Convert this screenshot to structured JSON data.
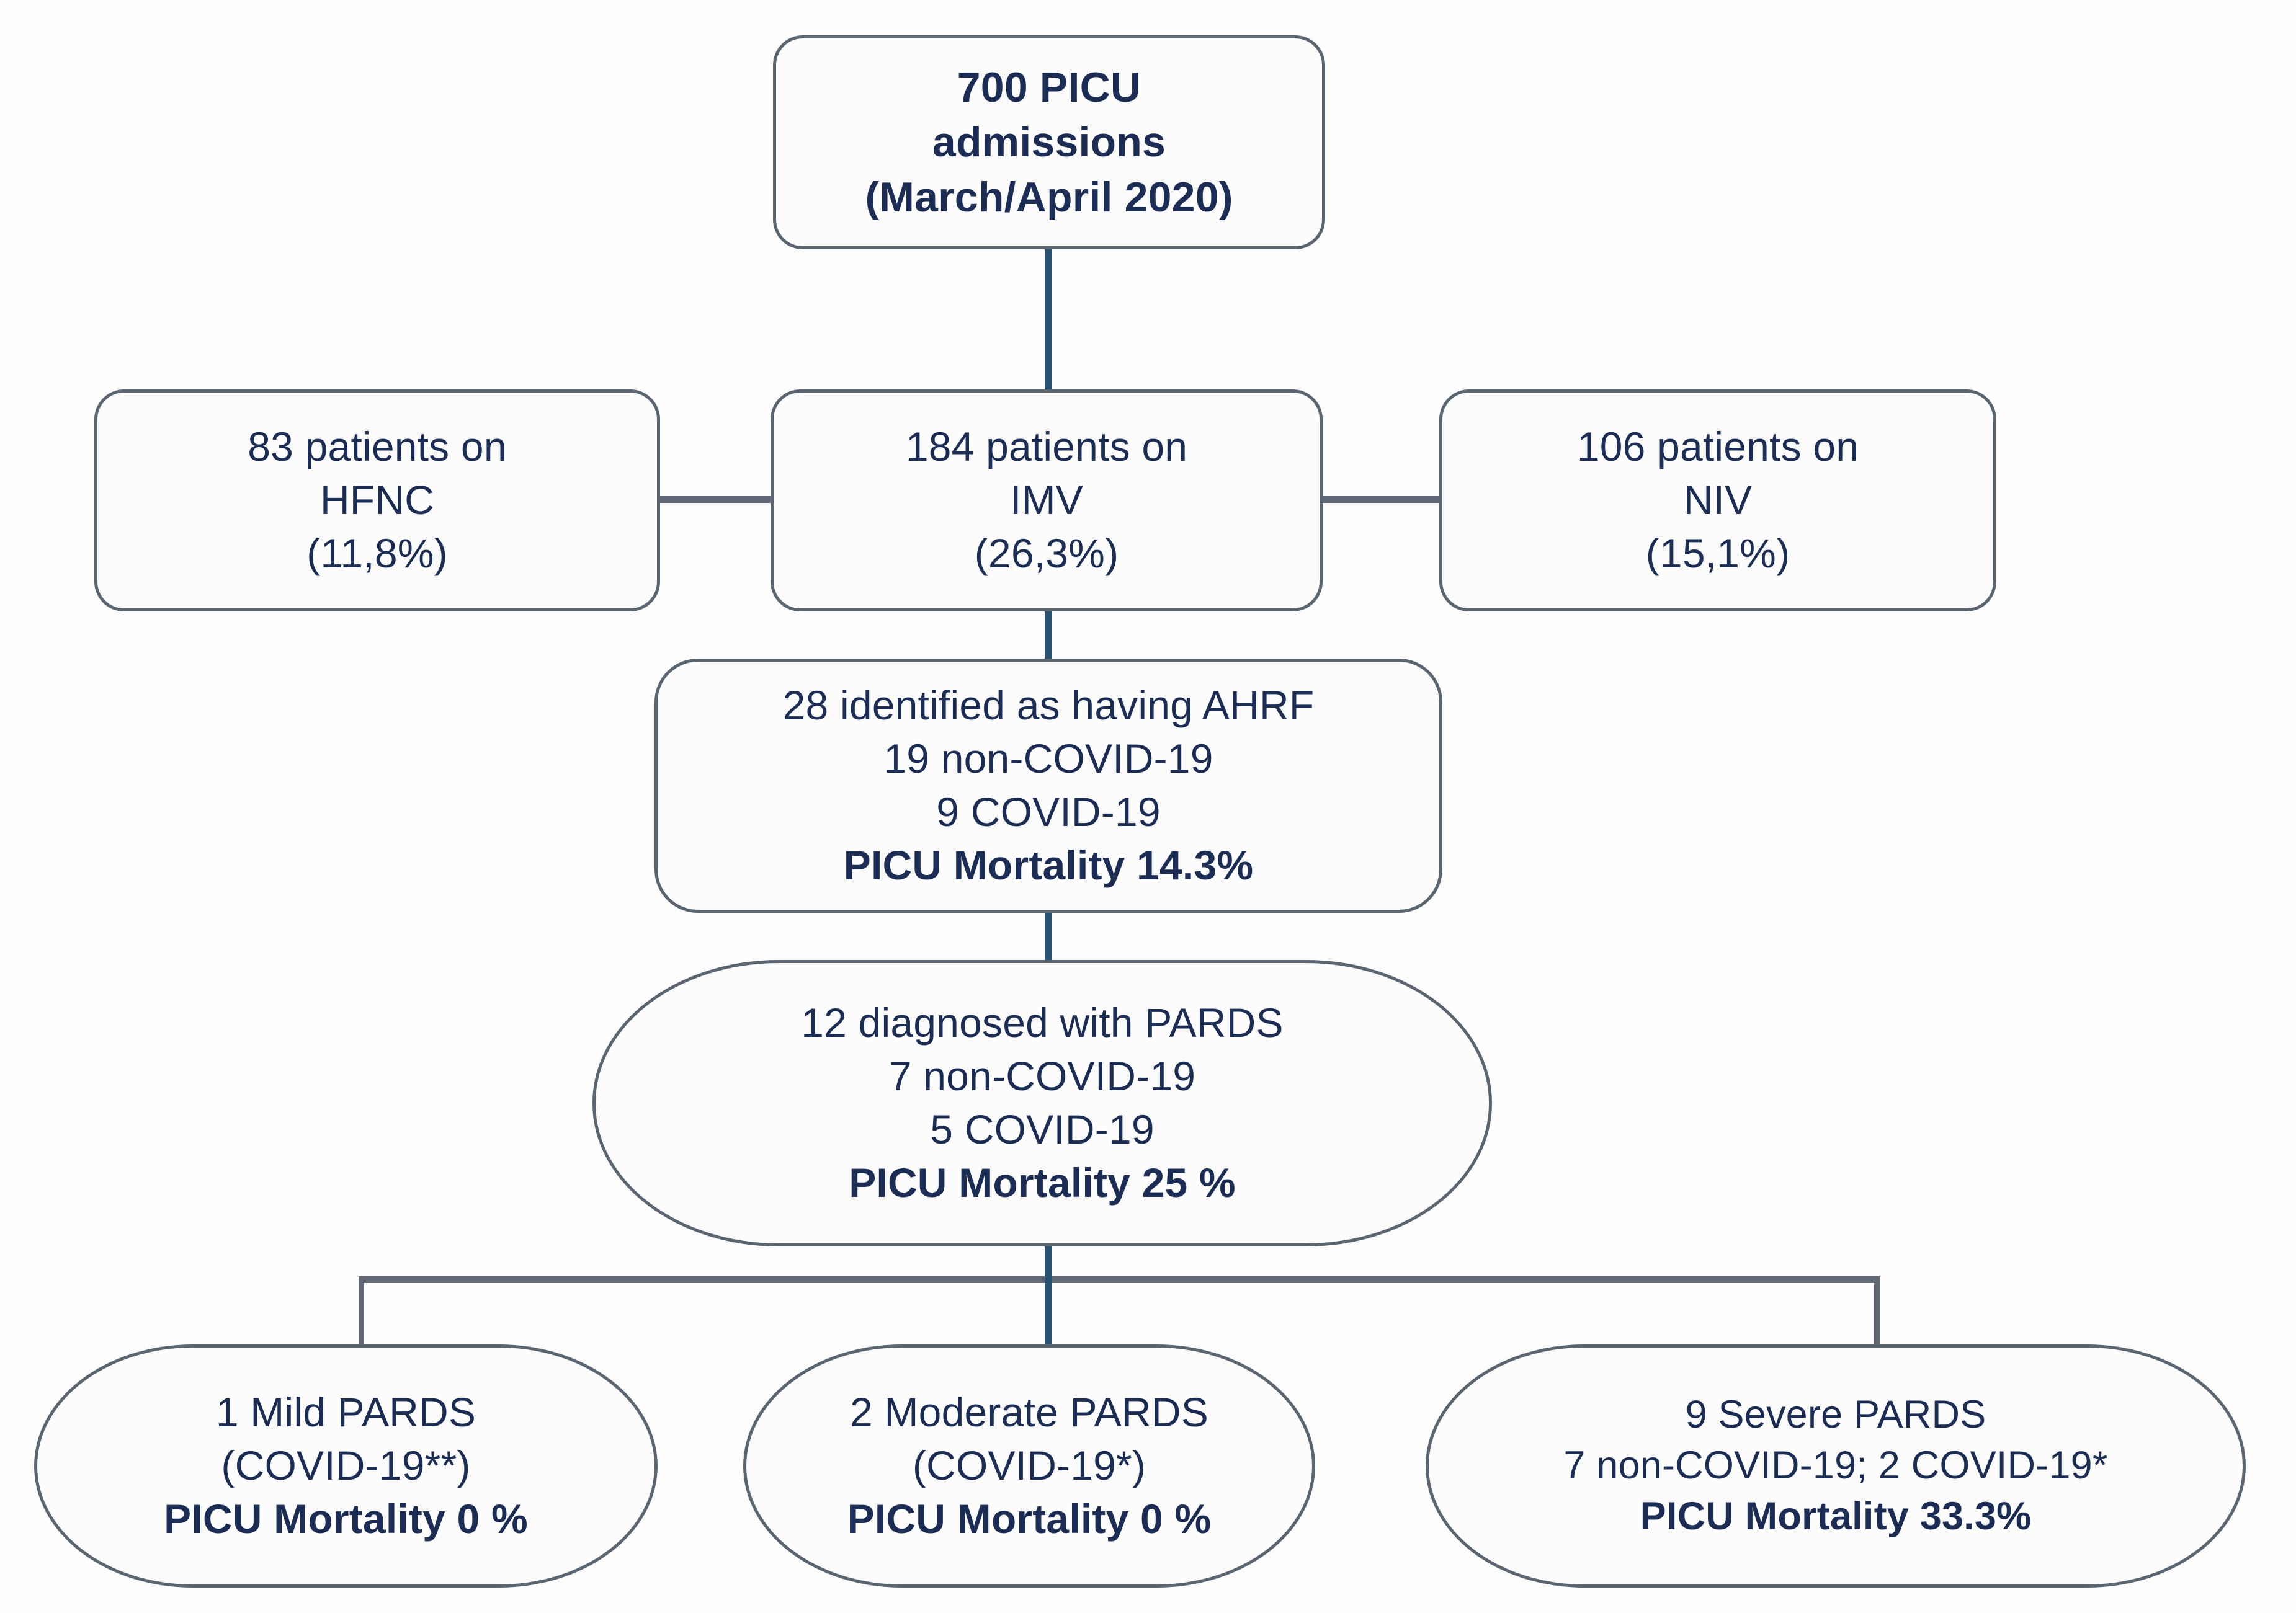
{
  "diagram": {
    "type": "flowchart",
    "title_node": {
      "id": "picu-admissions",
      "lines": [
        "700 PICU",
        "admissions",
        "(March/April 2020)"
      ]
    },
    "respiratory_support": [
      {
        "id": "hfnc",
        "lines": [
          "83 patients on",
          "HFNC",
          "(11,8%)"
        ]
      },
      {
        "id": "imv",
        "lines": [
          "184 patients on",
          "IMV",
          "(26,3%)"
        ]
      },
      {
        "id": "niv",
        "lines": [
          "106 patients on",
          "NIV",
          "(15,1%)"
        ]
      }
    ],
    "ahrf": {
      "id": "ahrf",
      "lines": [
        "28 identified  as having AHRF",
        "19 non-COVID-19",
        "9 COVID-19"
      ],
      "mortality": "PICU Mortality 14.3%"
    },
    "pards": {
      "id": "pards",
      "lines": [
        "12 diagnosed  with PARDS",
        "7 non-COVID-19",
        "5 COVID-19"
      ],
      "mortality": "PICU Mortality 25 %"
    },
    "pards_severity": [
      {
        "id": "mild",
        "lines": [
          "1 Mild PARDS",
          "(COVID-19**)"
        ],
        "mortality": "PICU Mortality 0 %"
      },
      {
        "id": "moderate",
        "lines": [
          "2 Moderate  PARDS",
          "(COVID-19*)"
        ],
        "mortality": "PICU Mortality 0 %"
      },
      {
        "id": "severe",
        "lines": [
          "9 Severe  PARDS",
          "7 non-COVID-19;  2 COVID-19*"
        ],
        "mortality": "PICU Mortality 33.3%"
      }
    ],
    "colors": {
      "stem": "#28506f",
      "border": "#5a6572",
      "text": "#1b2d55",
      "background": "#fdfdfd"
    }
  }
}
